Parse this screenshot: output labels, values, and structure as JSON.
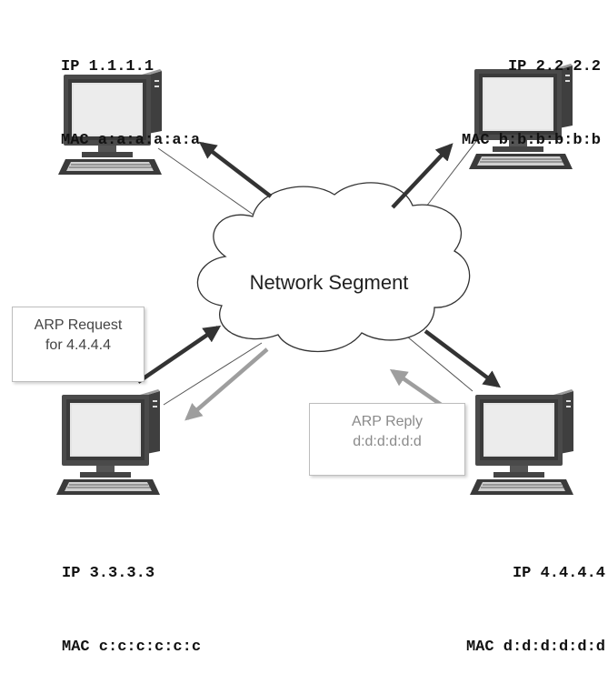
{
  "hosts": {
    "top_left": {
      "ip": "IP 1.1.1.1",
      "mac": "MAC a:a:a:a:a:a"
    },
    "top_right": {
      "ip": "IP 2.2.2.2",
      "mac": "MAC b:b:b:b:b:b"
    },
    "bottom_left": {
      "ip": "IP 3.3.3.3",
      "mac": "MAC c:c:c:c:c:c"
    },
    "bottom_right": {
      "ip": "IP 4.4.4.4",
      "mac": "MAC d:d:d:d:d:d"
    }
  },
  "cloud": {
    "label": "Network Segment"
  },
  "callouts": {
    "request": {
      "line1": "ARP Request",
      "line2": "for 4.4.4.4"
    },
    "reply": {
      "line1": "ARP Reply",
      "line2": "d:d:d:d:d:d"
    }
  },
  "colors": {
    "request_arrow": "#333333",
    "reply_arrow": "#9e9e9e",
    "link_line": "#555555",
    "cloud_stroke": "#333333"
  }
}
